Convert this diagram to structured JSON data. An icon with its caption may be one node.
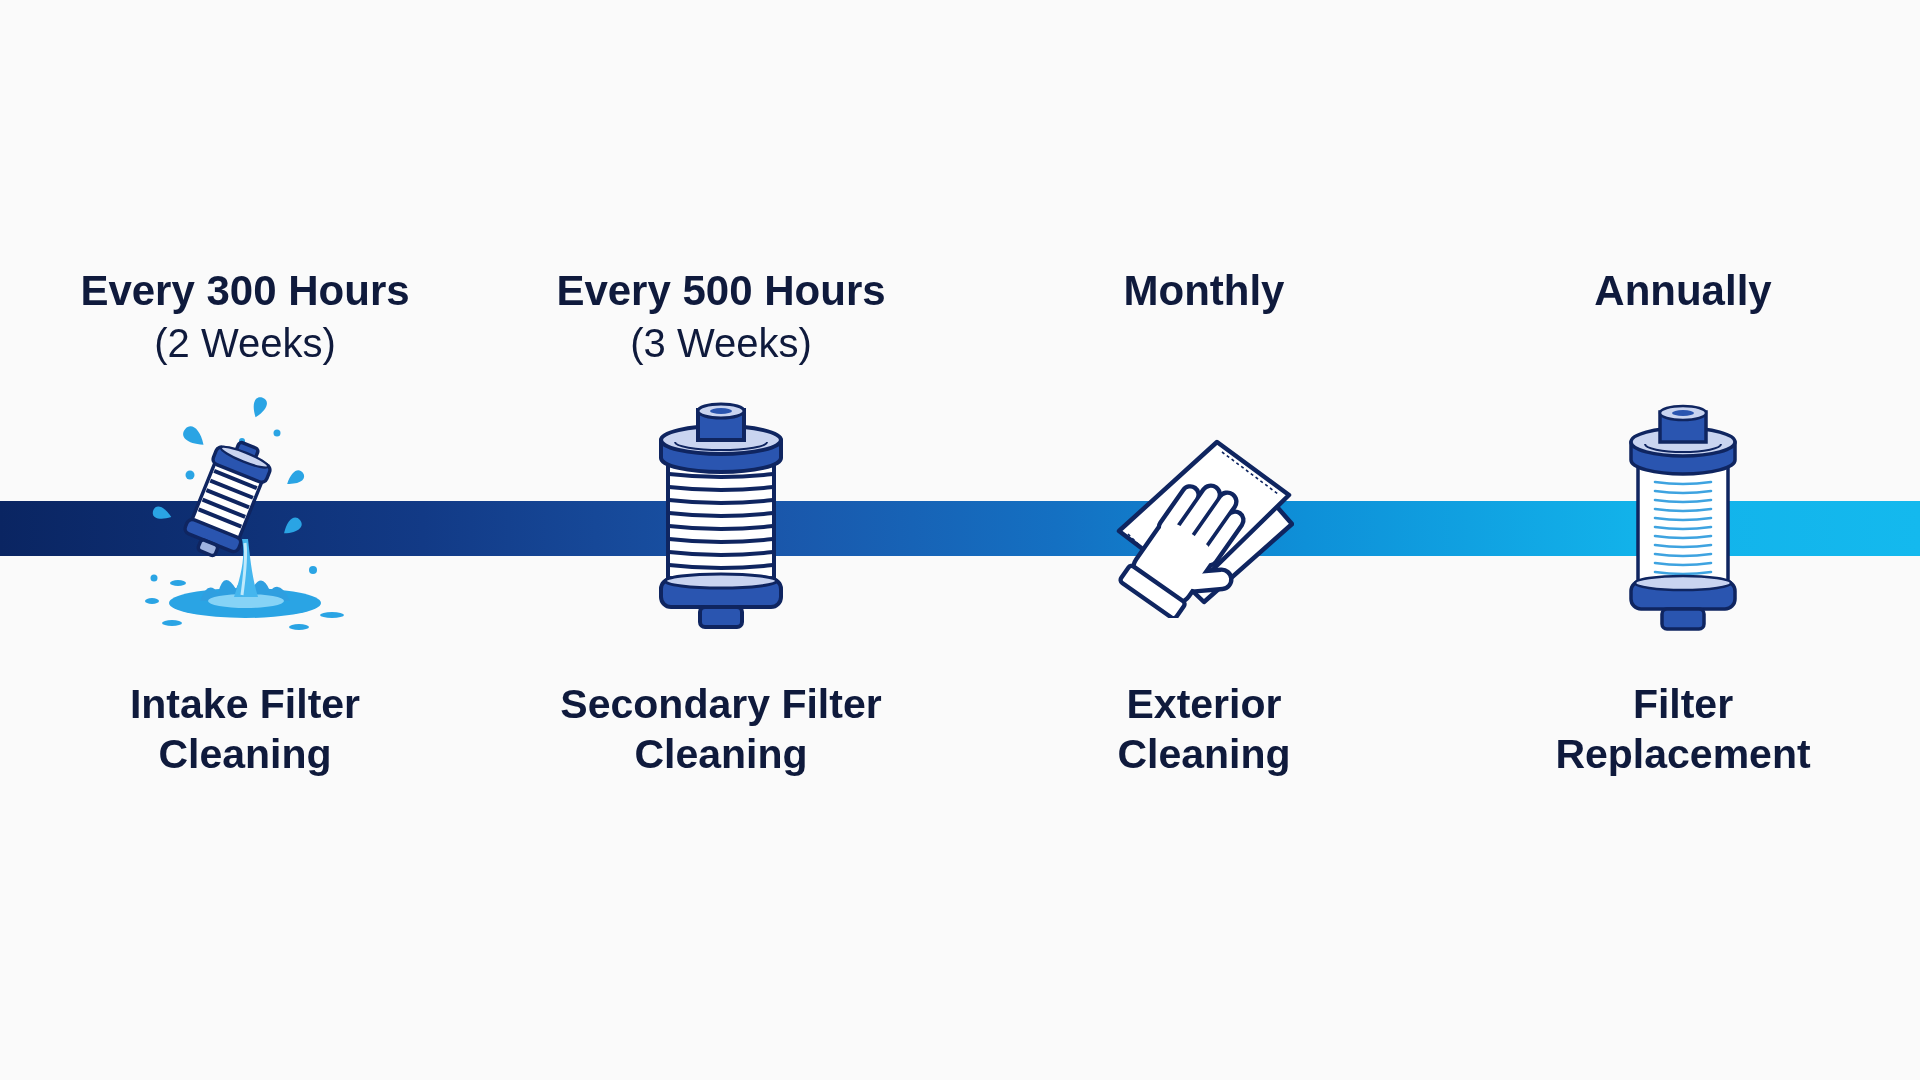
{
  "diagram": {
    "nodes": [
      {
        "text": [],
        "shape": "picture",
        "beside": [
          "Every 300 Hours",
          "(2 Weeks)",
          "Intake Filter Cleaning"
        ]
      },
      {
        "text": [],
        "shape": "picture",
        "beside": [
          "Every 500 Hours",
          "(3 Weeks)",
          "Secondary Filter Cleaning"
        ]
      },
      {
        "text": [],
        "shape": "picture",
        "beside": [
          "Monthly",
          "Exterior Cleaning"
        ]
      },
      {
        "text": [],
        "shape": "picture",
        "beside": [
          "Annually",
          "Filter Replacement"
        ]
      },
      {
        "text": [],
        "shape": "bar"
      }
    ]
  }
}
